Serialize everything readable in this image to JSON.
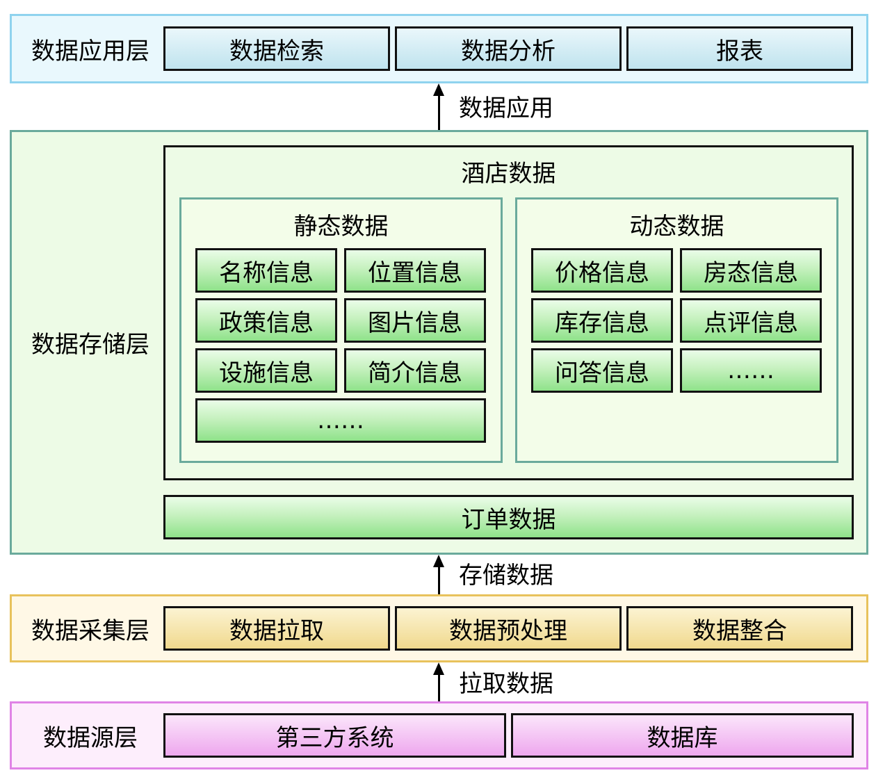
{
  "application_layer": {
    "label": "数据应用层",
    "items": [
      "数据检索",
      "数据分析",
      "报表"
    ]
  },
  "arrows": {
    "app": "数据应用",
    "store": "存储数据",
    "pull": "拉取数据"
  },
  "storage_layer": {
    "label": "数据存储层",
    "hotel": {
      "title": "酒店数据",
      "static": {
        "title": "静态数据",
        "items": [
          "名称信息",
          "位置信息",
          "政策信息",
          "图片信息",
          "设施信息",
          "简介信息",
          "……"
        ]
      },
      "dynamic": {
        "title": "动态数据",
        "items": [
          "价格信息",
          "房态信息",
          "库存信息",
          "点评信息",
          "问答信息",
          "……"
        ]
      }
    },
    "order": "订单数据"
  },
  "collection_layer": {
    "label": "数据采集层",
    "items": [
      "数据拉取",
      "数据预处理",
      "数据整合"
    ]
  },
  "source_layer": {
    "label": "数据源层",
    "items": [
      "第三方系统",
      "数据库"
    ]
  }
}
